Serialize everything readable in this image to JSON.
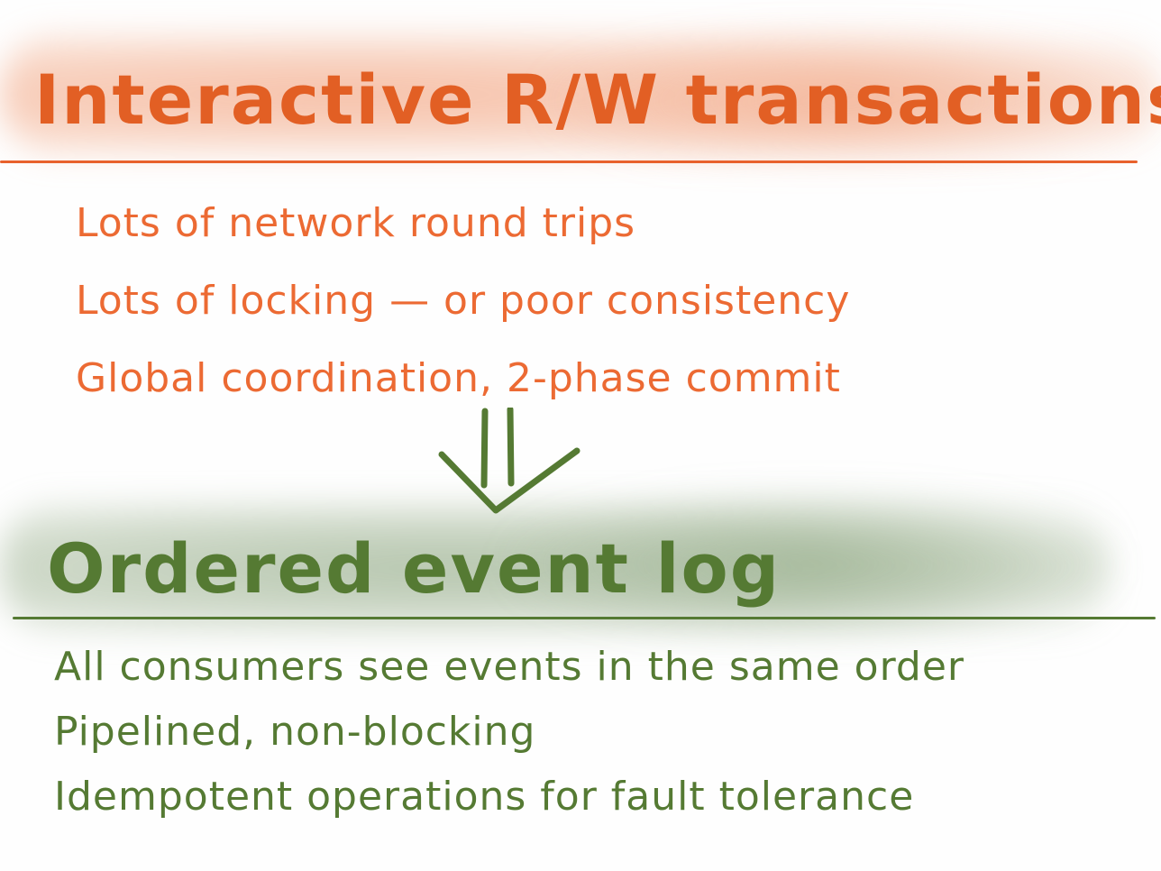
{
  "top_section": {
    "title": "Interactive R/W transactions",
    "items": [
      "Lots of network round trips",
      "Lots of locking — or poor consistency",
      "Global coordination, 2-phase commit"
    ]
  },
  "bottom_section": {
    "title": "Ordered event log",
    "items": [
      "All consumers see events in the same order",
      "Pipelined, non-blocking",
      "Idempotent operations for fault tolerance"
    ]
  },
  "arrow_icon": "double-down-arrow-icon",
  "colors": {
    "orange": "#e25f24",
    "green": "#557a33"
  }
}
